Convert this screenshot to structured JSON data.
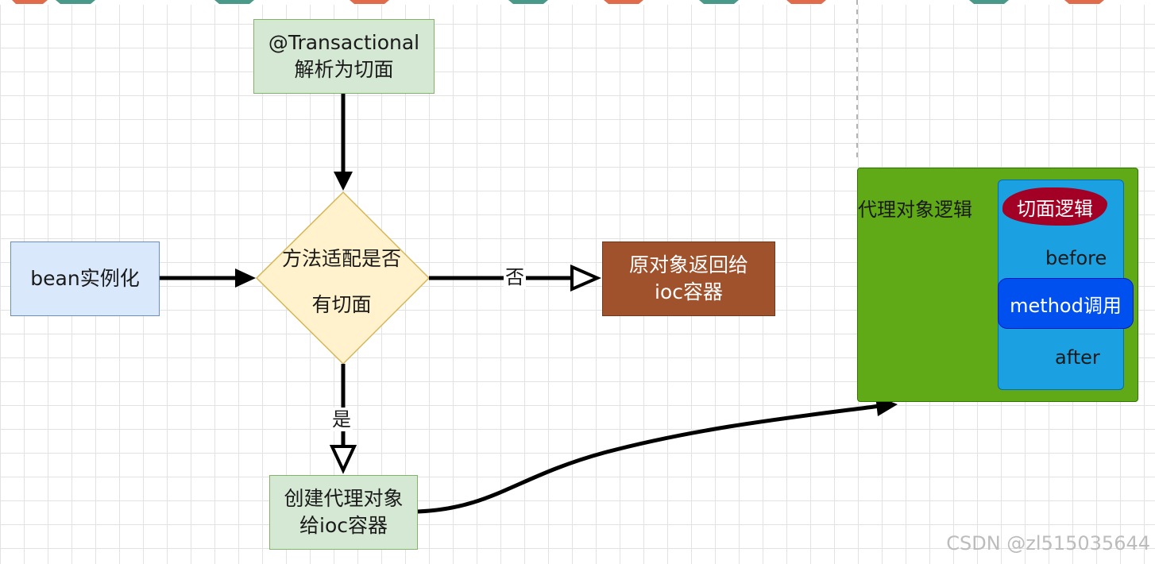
{
  "nodes": {
    "transactional": {
      "line1": "@Transactional",
      "line2": "解析为切面"
    },
    "bean": {
      "label": "bean实例化"
    },
    "decision": {
      "line1": "方法适配是否",
      "line2": "有切面"
    },
    "original": {
      "line1": "原对象返回给",
      "line2": "ioc容器"
    },
    "create_proxy": {
      "line1": "创建代理对象",
      "line2": "给ioc容器"
    }
  },
  "edges": {
    "no_label": "否",
    "yes_label": "是"
  },
  "proxy_logic": {
    "label": "代理对象逻辑",
    "aspect": "切面逻辑",
    "before": "before",
    "method": "method调用",
    "after": "after"
  },
  "watermark": "CSDN @zl515035644",
  "colors": {
    "grid": "#e2e2e2",
    "green_fill": "#d5e8d4",
    "blue_fill": "#dae8fc",
    "diamond_fill": "#fff2cc",
    "brown_fill": "#a0522d",
    "proxy_green": "#60a917",
    "inner_blue": "#1ba1e2",
    "method_blue": "#0050ef",
    "aspect_red": "#a20025"
  }
}
